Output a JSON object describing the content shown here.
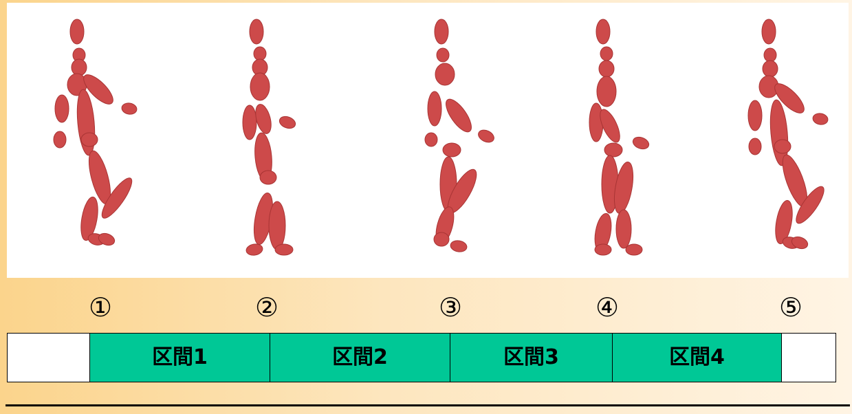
{
  "keyframes": [
    "①",
    "②",
    "③",
    "④",
    "⑤"
  ],
  "segments": [
    "区間1",
    "区間2",
    "区間3",
    "区間4"
  ],
  "figure_icon": "walking-mannequin-icon",
  "colors": {
    "segment_fill": "#00c896",
    "limb": "#cd4a4a",
    "panel": "#ffffff"
  }
}
